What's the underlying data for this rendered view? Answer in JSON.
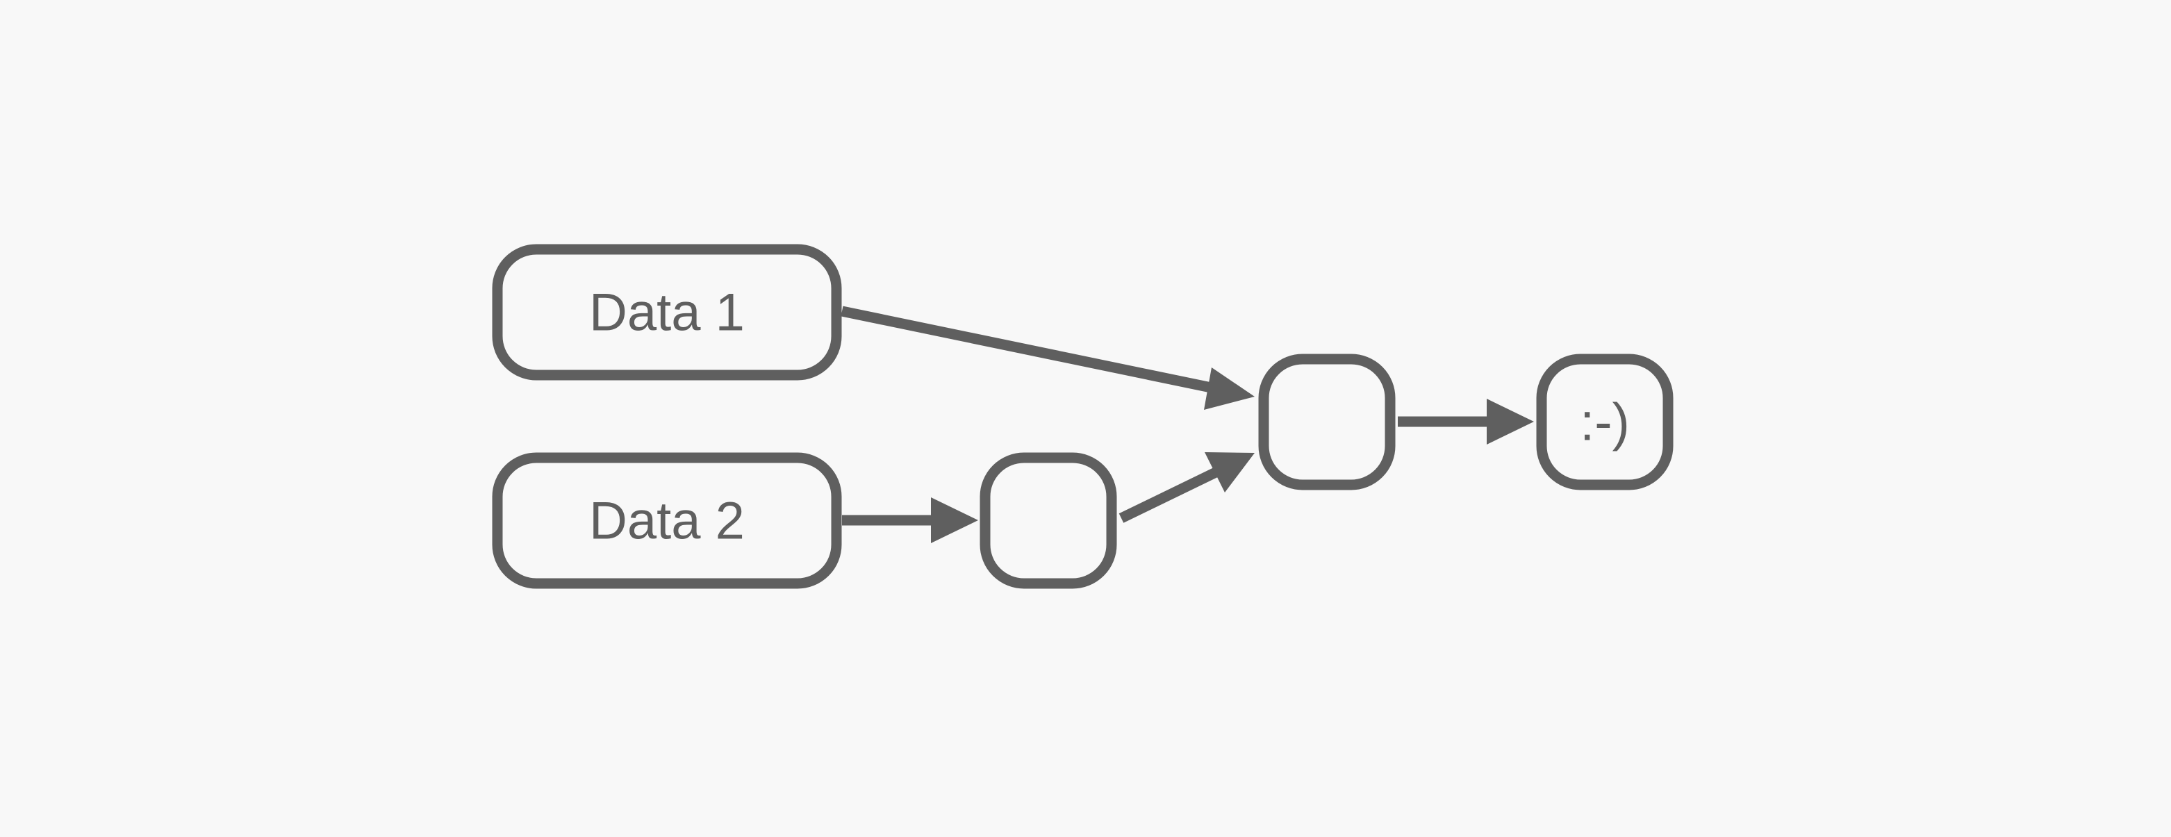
{
  "diagram": {
    "background": "#f8f8f8",
    "stroke_color": "#5f5f5f",
    "nodes": [
      {
        "id": "data1",
        "label": "Data 1"
      },
      {
        "id": "data2",
        "label": "Data 2"
      },
      {
        "id": "process-a",
        "label": ""
      },
      {
        "id": "process-b",
        "label": ""
      },
      {
        "id": "output",
        "label": ":-)"
      }
    ],
    "edges": [
      {
        "from": "data1",
        "to": "process-b"
      },
      {
        "from": "data2",
        "to": "process-a"
      },
      {
        "from": "process-a",
        "to": "process-b"
      },
      {
        "from": "process-b",
        "to": "output"
      }
    ]
  }
}
